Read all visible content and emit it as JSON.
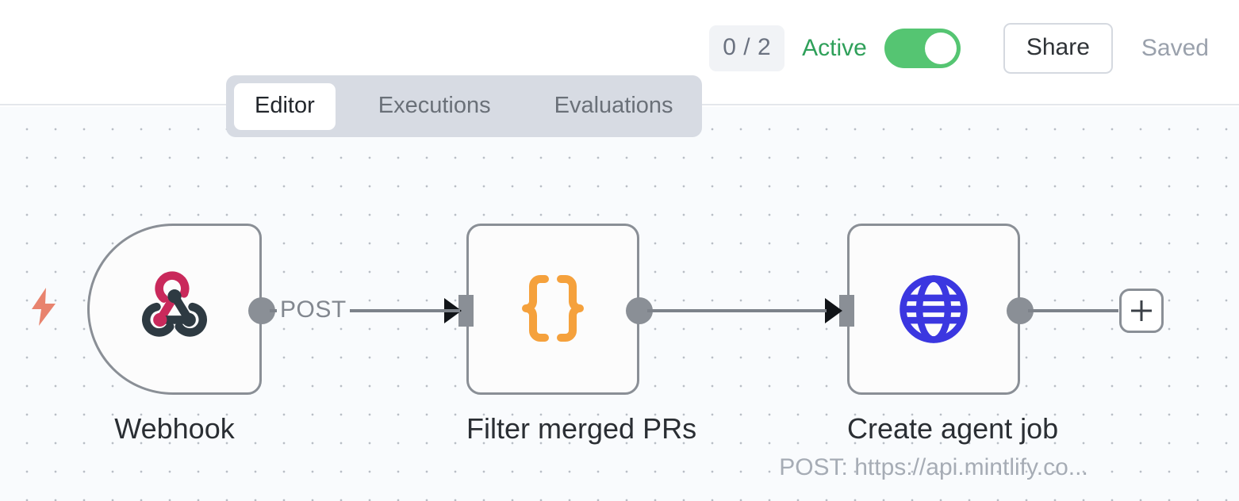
{
  "header": {
    "execution_count": "0 / 2",
    "active_label": "Active",
    "active_state": true,
    "share_label": "Share",
    "saved_label": "Saved",
    "colors": {
      "active_text": "#2FA05A",
      "toggle_on": "#55C572",
      "badge_bg": "#F1F3F6",
      "saved_text": "#9AA1AC"
    }
  },
  "tabs": {
    "items": [
      {
        "label": "Editor",
        "active": true
      },
      {
        "label": "Executions",
        "active": false
      },
      {
        "label": "Evaluations",
        "active": false
      }
    ]
  },
  "canvas": {
    "background": "#F9FBFD",
    "dot_color": "#B9BEC6",
    "nodes": [
      {
        "id": "webhook",
        "label": "Webhook",
        "sublabel": "",
        "icon": "webhook-icon",
        "icon_colors": {
          "primary": "#C9295B",
          "secondary": "#2E3A42"
        },
        "type": "trigger",
        "has_input": false,
        "has_output": true
      },
      {
        "id": "filter-merged-prs",
        "label": "Filter merged PRs",
        "sublabel": "",
        "icon": "code-braces-icon",
        "icon_colors": {
          "primary": "#F5A13C"
        },
        "type": "action",
        "has_input": true,
        "has_output": true
      },
      {
        "id": "create-agent-job",
        "label": "Create agent job",
        "sublabel": "POST: https://api.mintlify.co...",
        "icon": "globe-icon",
        "icon_colors": {
          "primary": "#3B37E0"
        },
        "type": "action",
        "has_input": true,
        "has_output": true
      }
    ],
    "connections": [
      {
        "from": "webhook",
        "to": "filter-merged-prs",
        "label": "POST"
      },
      {
        "from": "filter-merged-prs",
        "to": "create-agent-job",
        "label": ""
      }
    ],
    "add_node_label": "+",
    "trigger_marker": "lightning-bolt-icon",
    "trigger_marker_color": "#E8836E"
  }
}
